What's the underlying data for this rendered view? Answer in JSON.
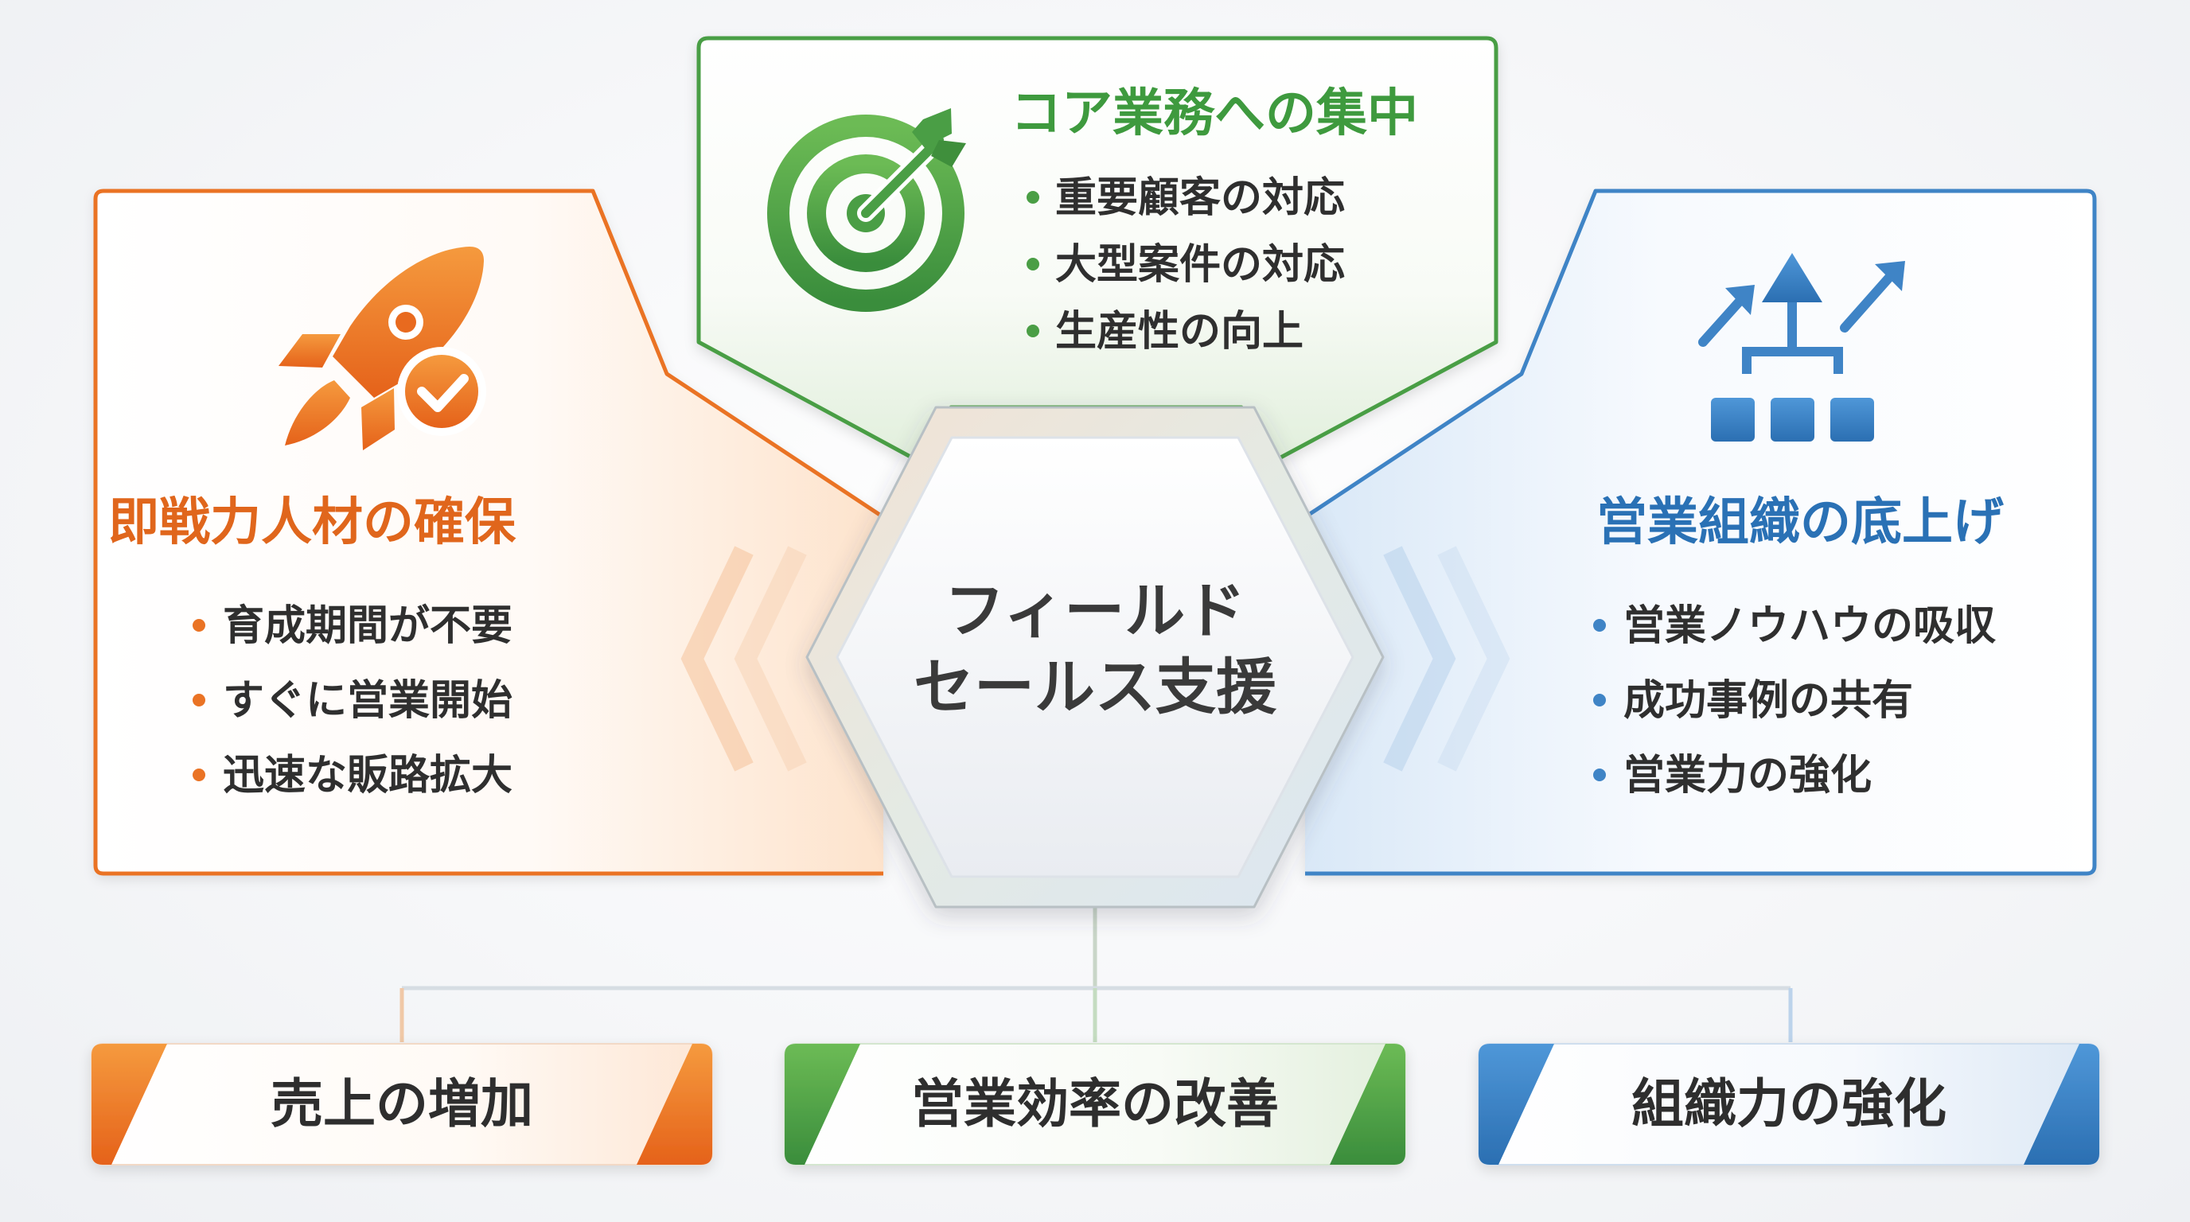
{
  "colors": {
    "orange": "#ea7324",
    "green": "#4a9e45",
    "blue": "#3f84c6",
    "text_dark": "#2f2f2f",
    "orange_text": "#e0661c",
    "green_text": "#3e9a3e",
    "blue_text": "#2a71b5"
  },
  "center": {
    "line1": "フィールド",
    "line2": "セールス支援"
  },
  "left_panel": {
    "icon": "rocket-check-icon",
    "title": "即戦力人材の確保",
    "bullets": [
      "育成期間が不要",
      "すぐに営業開始",
      "迅速な販路拡大"
    ]
  },
  "top_panel": {
    "icon": "target-arrow-icon",
    "title": "コア業務への集中",
    "bullets": [
      "重要顧客の対応",
      "大型案件の対応",
      "生産性の向上"
    ]
  },
  "right_panel": {
    "icon": "org-growth-icon",
    "title": "営業組織の底上げ",
    "bullets": [
      "営業ノウハウの吸収",
      "成功事例の共有",
      "営業力の強化"
    ]
  },
  "outcomes": [
    {
      "label": "売上の増加"
    },
    {
      "label": "営業効率の改善"
    },
    {
      "label": "組織力の強化"
    }
  ]
}
